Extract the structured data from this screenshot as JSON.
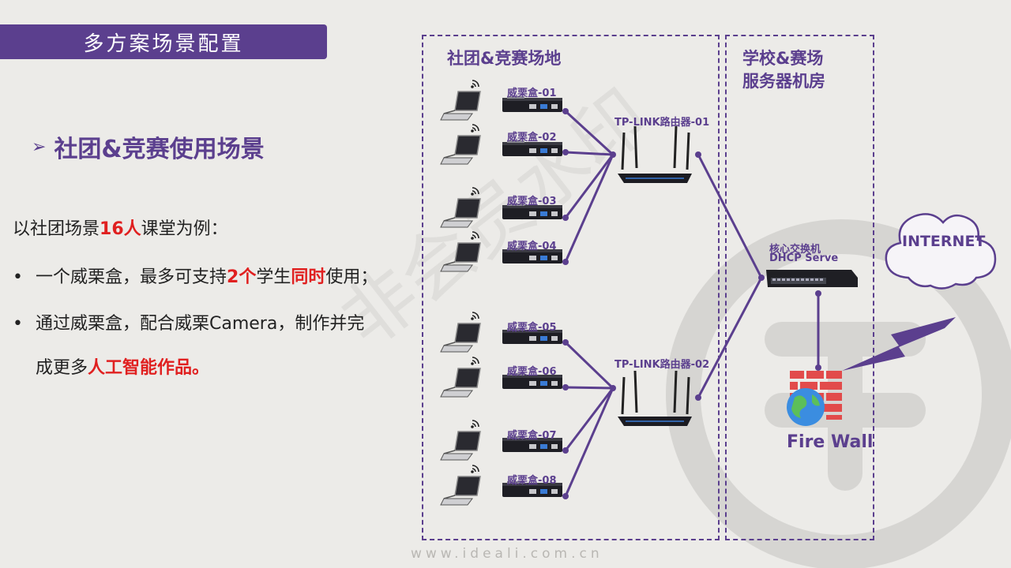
{
  "title": "多方案场景配置",
  "heading": "社团&竞赛使用场景",
  "intro": {
    "before": "以社团场景",
    "highlight": "16人",
    "after": "课堂为例："
  },
  "bullet1": {
    "a": "一个威栗盒，最多可支持",
    "b": "2个",
    "c": "学生",
    "d": "同时",
    "e": "使用；"
  },
  "bullet2": {
    "line1": "通过威栗盒，配合威栗Camera，制作并完",
    "line2a": "成更多",
    "line2b": "人工智能作品。"
  },
  "zones": {
    "left_title": "社团&竞赛场地",
    "right_title_1": "学校&赛场",
    "right_title_2": "服务器机房"
  },
  "boxes": [
    "威栗盒-01",
    "威栗盒-02",
    "威栗盒-03",
    "威栗盒-04",
    "威栗盒-05",
    "威栗盒-06",
    "威栗盒-07",
    "威栗盒-08"
  ],
  "routers": [
    "TP-LINK路由器-01",
    "TP-LINK路由器-02"
  ],
  "switch": {
    "line1": "核心交换机",
    "line2": "DHCP Serve"
  },
  "firewall": "Fire Wall",
  "internet": "INTERNET",
  "footer_url": "www.ideali.com.cn",
  "watermark": "非会员水印",
  "colors": {
    "brand": "#5b3f8e",
    "highlight": "#e02020",
    "background": "#ecebe8"
  }
}
